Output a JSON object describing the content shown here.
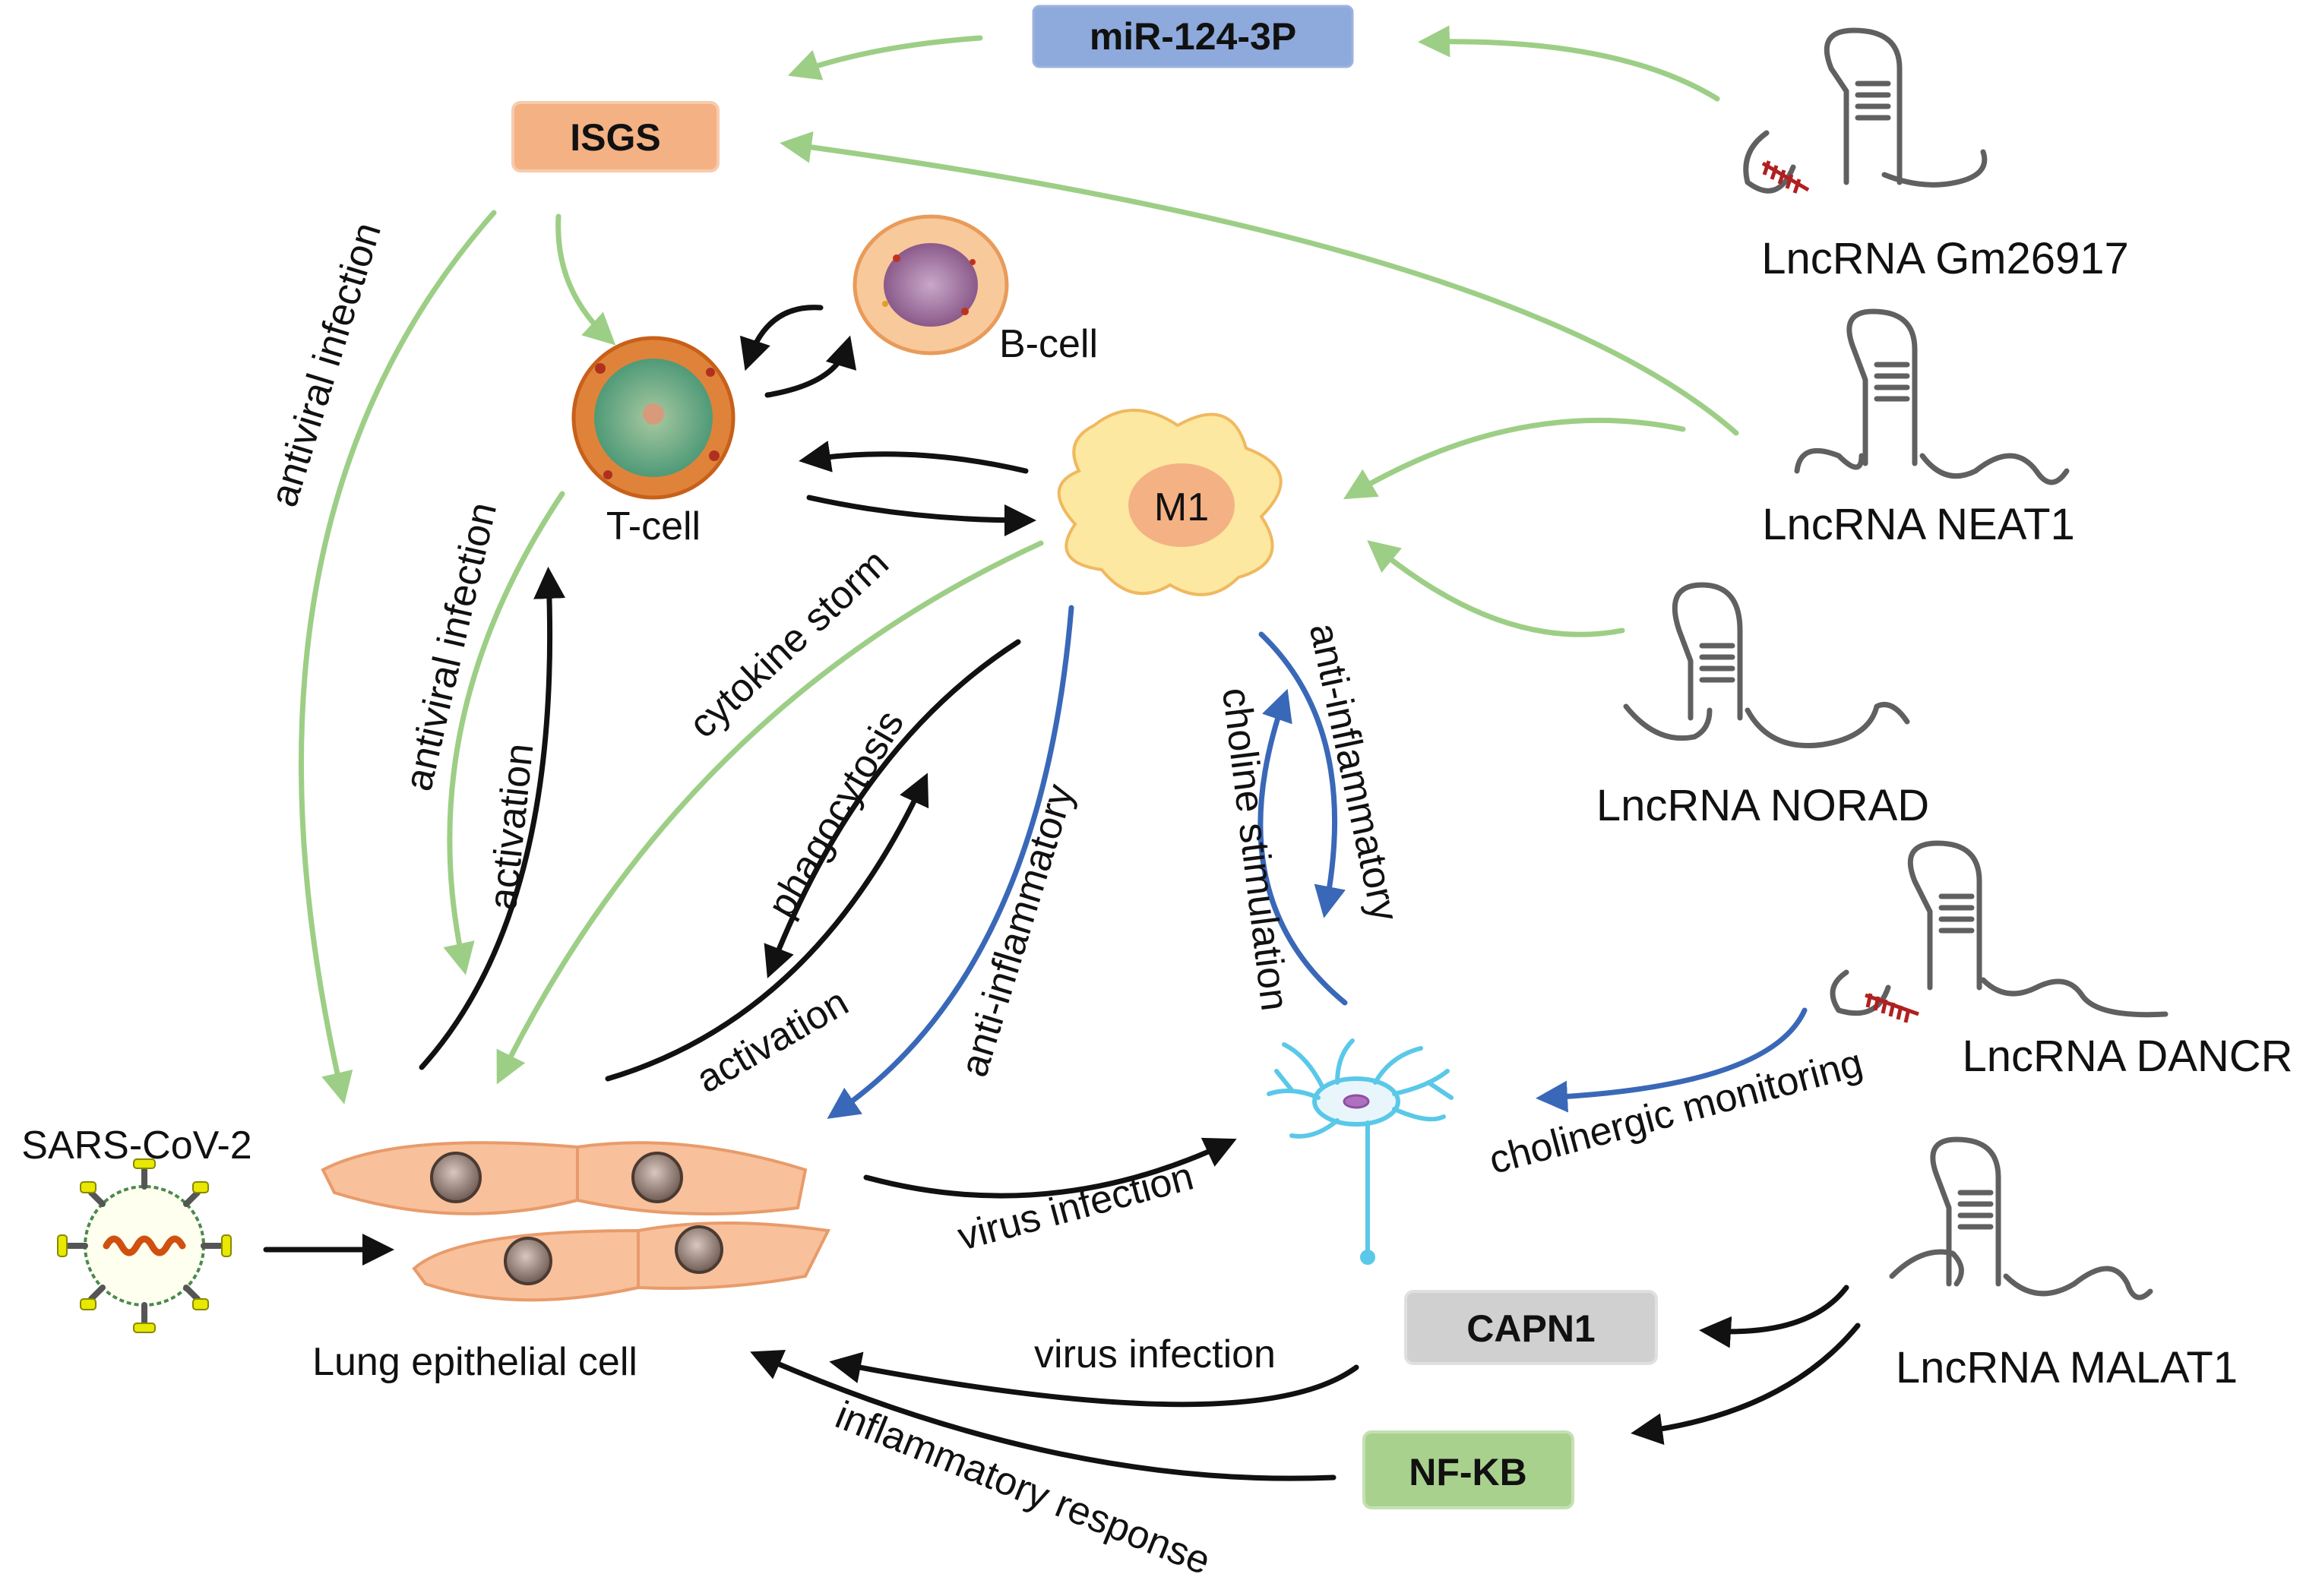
{
  "nodes": {
    "mir": "miR-124-3P",
    "isgs": "ISGS",
    "bcell": "B-cell",
    "tcell": "T-cell",
    "m1": "M1",
    "sars": "SARS-CoV-2",
    "lung": "Lung epithelial cell",
    "capn1": "CAPN1",
    "nfkb": "NF-KB",
    "gm26917": "LncRNA Gm26917",
    "neat1": "LncRNA NEAT1",
    "norad": "LncRNA NORAD",
    "dancr": "LncRNA DANCR",
    "malat1": "LncRNA MALAT1"
  },
  "edges": {
    "antiviral_isgs": "antiviral infection",
    "antiviral_tcell": "antiviral infection",
    "activation_tcell": "activation",
    "cytokine_storm": "cytokine storm",
    "phagocytosis": "phagocytosis",
    "activation_m1": "activation",
    "anti_inflam_lung": "anti-inflammatory",
    "choline_stimulation": "choline stimulation",
    "anti_inflam_m1": "anti-inflammatory",
    "virus_infection_neuron": "virus infection",
    "cholinergic_monitoring": "cholinergic monitoring",
    "virus_infection_capn1": "virus infection",
    "inflammatory_response": "inflammatory response"
  },
  "colors": {
    "green_arrow": "#9DCE86",
    "black_arrow": "#111111",
    "blue_arrow": "#3A68B8",
    "mir_box": "#8EA9DB",
    "isgs_box": "#F4B183",
    "capn1_box": "#D0D0D0",
    "nfkb_box": "#A9D18E",
    "lung_cell": "#F8C09B",
    "rna_stroke": "#606060"
  }
}
